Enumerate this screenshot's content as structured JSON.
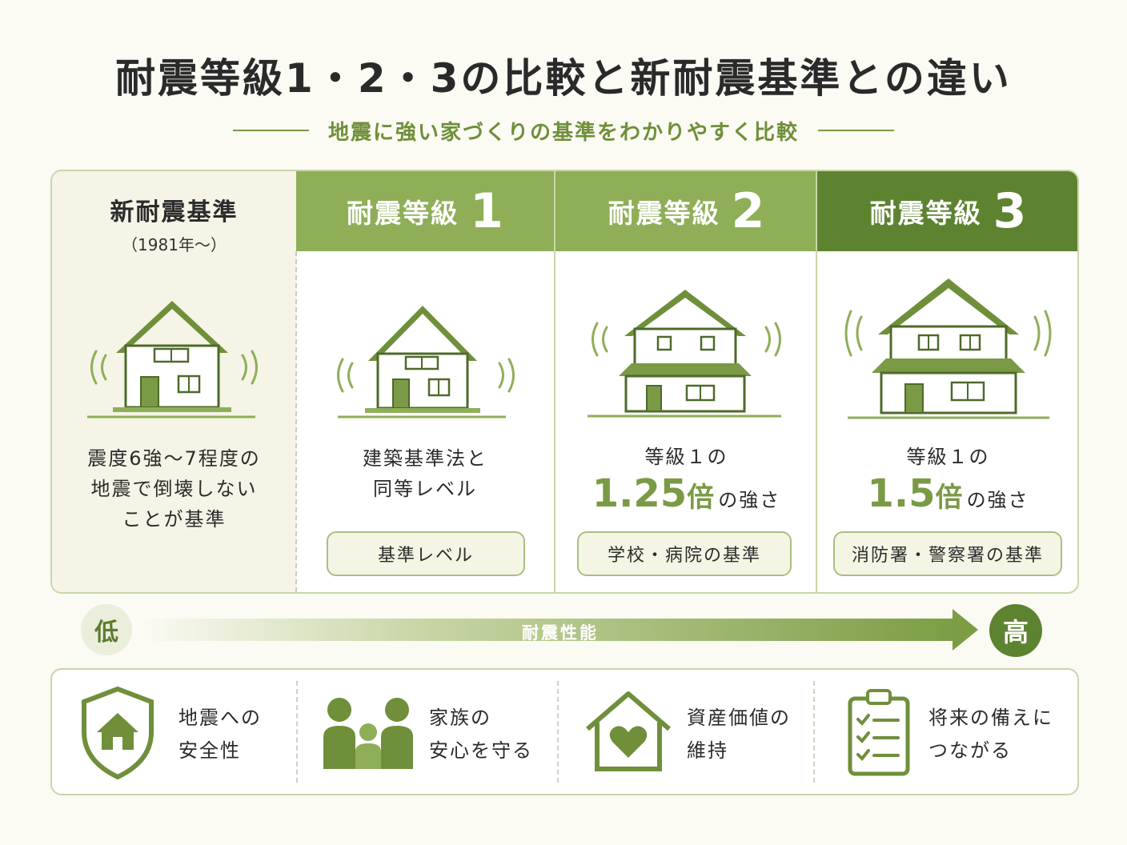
{
  "title": "耐震等級1・2・3の比較と新耐震基準との違い",
  "subtitle": "地震に強い家づくりの基準をわかりやすく比較",
  "columns": [
    {
      "label": "新耐震基準",
      "sub": "（1981年～）",
      "desc": [
        "震度6強～7程度の",
        "地震で倒壊しない",
        "ことが基準"
      ]
    },
    {
      "label": "耐震等級",
      "num": "1",
      "desc": [
        "建築基準法と",
        "同等レベル"
      ],
      "pill": "基準レベル"
    },
    {
      "label": "耐震等級",
      "num": "2",
      "desc_top": "等級１の",
      "multiplier": "1.25",
      "bai": "倍",
      "rest": "の強さ",
      "pill": "学校・病院の基準"
    },
    {
      "label": "耐震等級",
      "num": "3",
      "desc_top": "等級１の",
      "multiplier": "1.5",
      "bai": "倍",
      "rest": "の強さ",
      "pill": "消防署・警察署の基準"
    }
  ],
  "performance": {
    "low": "低",
    "label": "耐震性能",
    "high": "高"
  },
  "benefits": [
    {
      "icon": "shield-house-icon",
      "line1": "地震への",
      "line2": "安全性"
    },
    {
      "icon": "family-icon",
      "line1": "家族の",
      "line2": "安心を守る"
    },
    {
      "icon": "house-heart-icon",
      "line1": "資産価値の",
      "line2": "維持"
    },
    {
      "icon": "checklist-icon",
      "line1": "将来の備えに",
      "line2": "つながる"
    }
  ],
  "colors": {
    "green": "#8fae58",
    "dark_green": "#5d8330",
    "accent": "#7a9a45"
  }
}
